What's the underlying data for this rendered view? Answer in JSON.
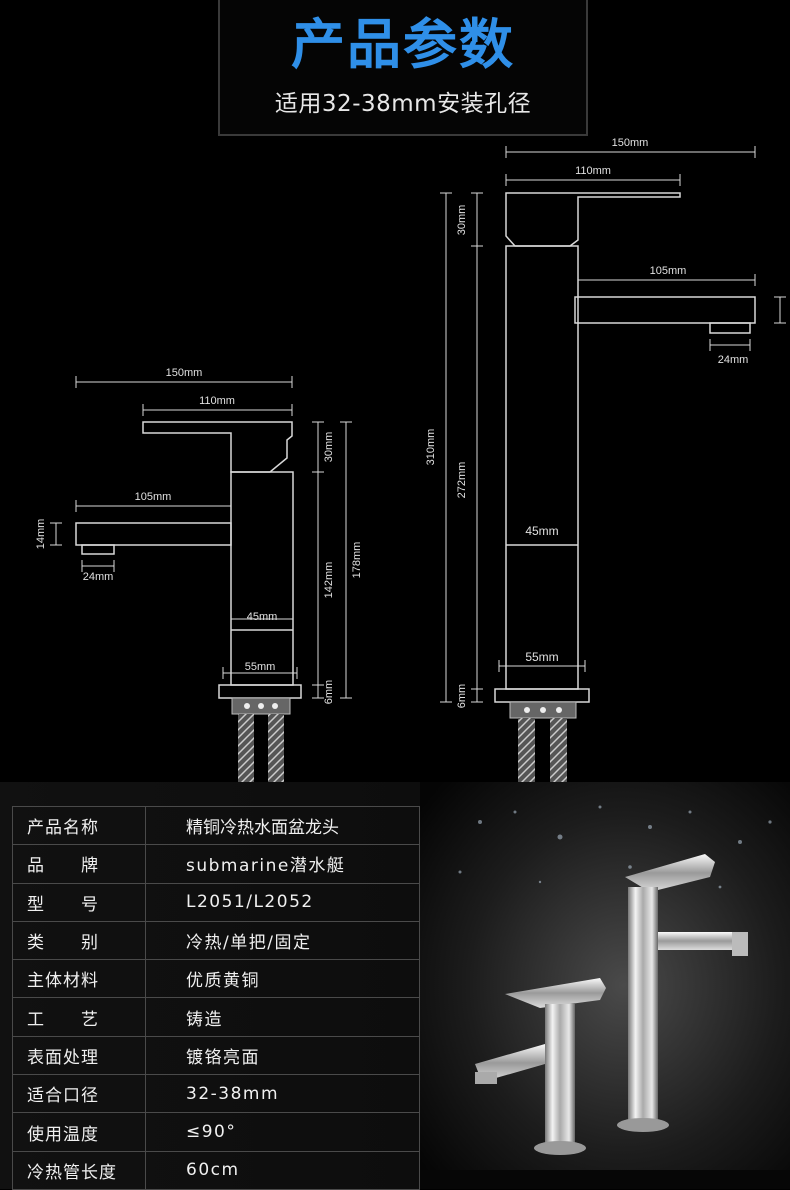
{
  "header": {
    "title": "产品参数",
    "subtitle": "适用32-38mm安装孔径"
  },
  "small_faucet": {
    "total_width": "150mm",
    "handle_width": "110mm",
    "spout_length": "105mm",
    "spout_height": "14mm",
    "outlet_width": "24mm",
    "handle_height": "30mm",
    "body_height": "142mm",
    "total_height": "178mm",
    "body_width": "45mm",
    "base_width": "55mm",
    "base_height": "6mm"
  },
  "tall_faucet": {
    "total_width": "150mm",
    "handle_width": "110mm",
    "spout_length": "105mm",
    "outlet_width": "24mm",
    "handle_height": "30mm",
    "body_height": "272mm",
    "total_height": "310mm",
    "body_width": "45mm",
    "base_width": "55mm",
    "base_height": "6mm"
  },
  "specs": [
    {
      "key": "产品名称",
      "value": "精铜冷热水面盆龙头"
    },
    {
      "key": "品　　牌",
      "value": "submarine潜水艇"
    },
    {
      "key": "型　　号",
      "value": "L2051/L2052"
    },
    {
      "key": "类　　别",
      "value": "冷热/单把/固定"
    },
    {
      "key": "主体材料",
      "value": "优质黄铜"
    },
    {
      "key": "工　　艺",
      "value": "铸造"
    },
    {
      "key": "表面处理",
      "value": "镀铬亮面"
    },
    {
      "key": "适合口径",
      "value": "32-38mm"
    },
    {
      "key": "使用温度",
      "value": "≤90°"
    },
    {
      "key": "冷热管长度",
      "value": "60cm"
    }
  ],
  "colors": {
    "title_blue": "#2f8fe8",
    "line": "#d8d8d8",
    "background": "#000000"
  }
}
